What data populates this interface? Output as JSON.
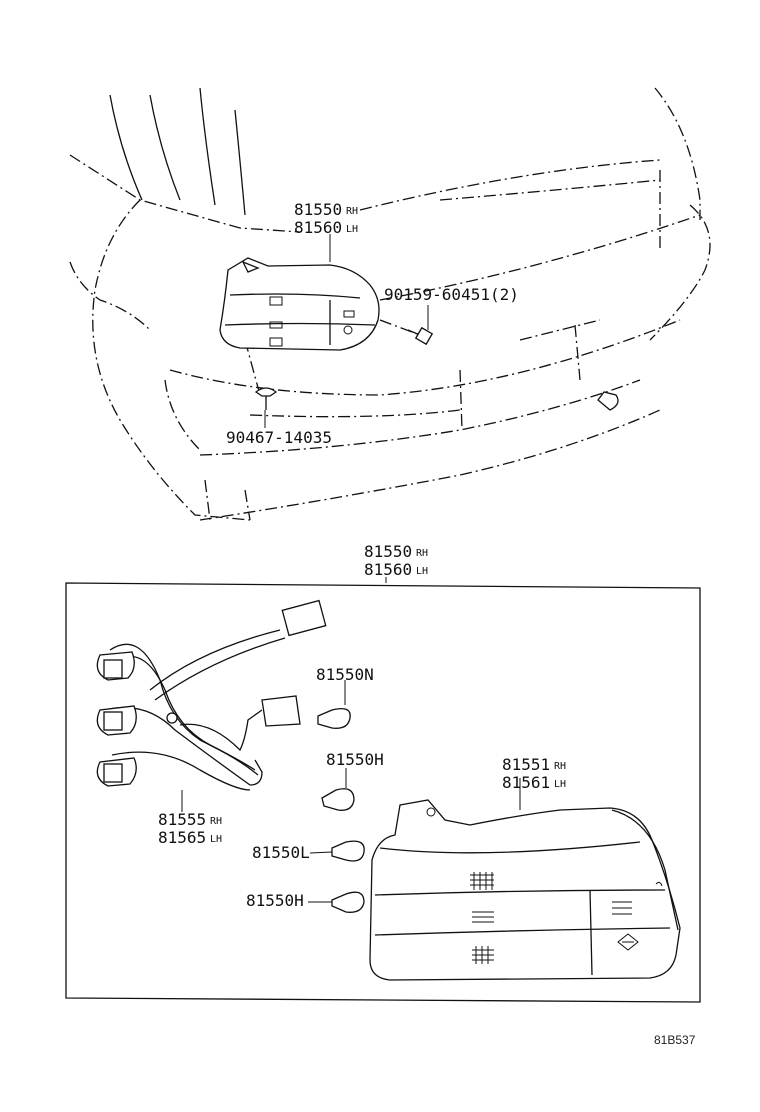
{
  "diagram": {
    "callouts": {
      "top_assembly": {
        "part_a": "81550",
        "tag_a": "RH",
        "part_b": "81560",
        "tag_b": "LH"
      },
      "screw": {
        "part": "90159-60451(2)"
      },
      "clip": {
        "part": "90467-14035"
      },
      "box_assembly": {
        "part_a": "81550",
        "tag_a": "RH",
        "part_b": "81560",
        "tag_b": "LH"
      },
      "bulb_n": {
        "part": "81550N"
      },
      "bulb_h1": {
        "part": "81550H"
      },
      "bulb_l": {
        "part": "81550L"
      },
      "bulb_h2": {
        "part": "81550H"
      },
      "lens": {
        "part_a": "81551",
        "tag_a": "RH",
        "part_b": "81561",
        "tag_b": "LH"
      },
      "socket_wire": {
        "part_a": "81555",
        "tag_a": "RH",
        "part_b": "81565",
        "tag_b": "LH"
      }
    },
    "figure_code": "81B537"
  }
}
